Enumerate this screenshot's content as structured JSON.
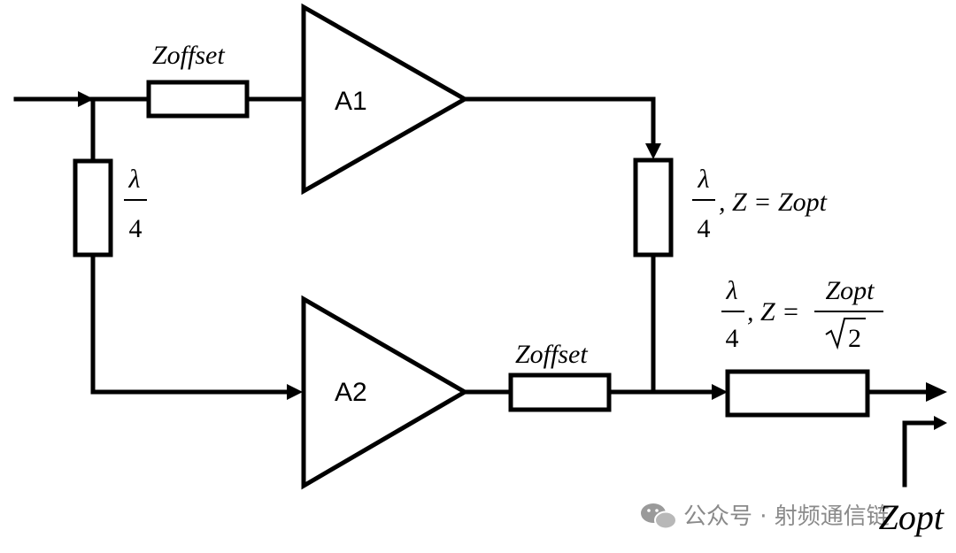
{
  "amplifiers": {
    "a1": "A1",
    "a2": "A2"
  },
  "labels": {
    "offset_top": "Zoffset",
    "offset_bottom": "Zoffset",
    "input_quarter": {
      "numerator": "λ",
      "denominator": "4"
    },
    "combiner_line": {
      "numerator": "λ",
      "denominator": "4",
      "expression": ", Z = Zopt"
    },
    "output_line": {
      "numerator": "λ",
      "denominator": "4",
      "z_prefix": ", Z =",
      "rhs_numerator": "Zopt",
      "rhs_denominator": "2"
    },
    "output_impedance": "Zopt"
  },
  "watermark": {
    "text": "公众号 · 射频通信链"
  }
}
